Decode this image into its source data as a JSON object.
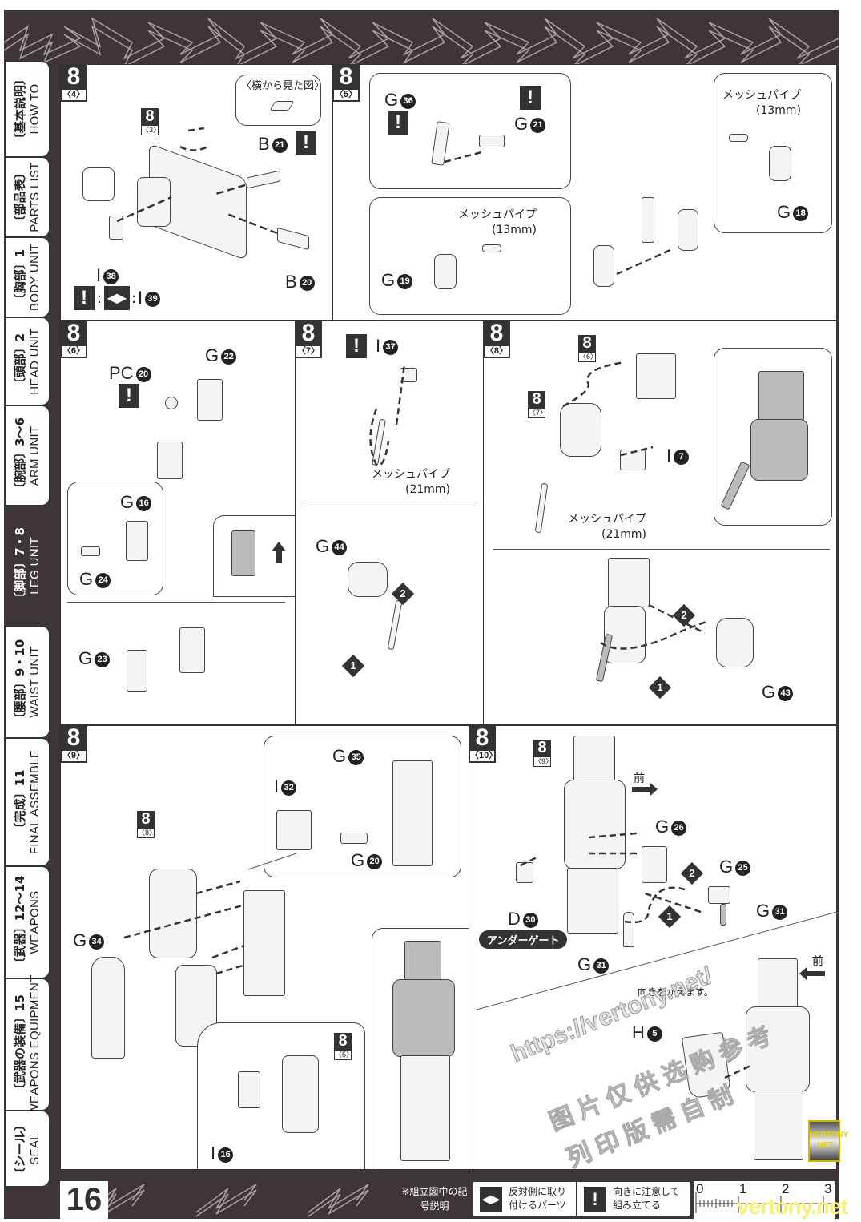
{
  "page_number": "16",
  "sidebar_tabs": [
    {
      "jp": "〔基本説明〕",
      "en": "HOW TO",
      "active": false
    },
    {
      "jp": "〔部品表〕",
      "en": "PARTS LIST",
      "active": false
    },
    {
      "jp": "〔胸部〕1",
      "en": "BODY UNIT",
      "active": false
    },
    {
      "jp": "〔頭部〕2",
      "en": "HEAD UNIT",
      "active": false
    },
    {
      "jp": "〔腕部〕3〜6",
      "en": "ARM UNIT",
      "active": false
    },
    {
      "jp": "〔脚部〕7・8",
      "en": "LEG UNIT",
      "active": true
    },
    {
      "jp": "〔腰部〕9・10",
      "en": "WAIST UNIT",
      "active": false
    },
    {
      "jp": "〔完成〕11",
      "en": "FINAL ASSEMBLE",
      "active": false
    },
    {
      "jp": "〔武器〕12〜14",
      "en": "WEAPONS",
      "active": false
    },
    {
      "jp": "〔武器の装備〕15",
      "en": "WEAPONS EQUIPMENT",
      "active": false
    },
    {
      "jp": "〔シール〕",
      "en": "SEAL",
      "active": false
    }
  ],
  "panels": {
    "p4": {
      "step": "8",
      "sub": "〈4〉",
      "ref_step": {
        "num": "8",
        "sub": "〈3〉"
      },
      "side_view_label": "〈横から見た図〉",
      "parts": [
        {
          "letter": "B",
          "num": "21"
        },
        {
          "letter": "B",
          "num": "20"
        },
        {
          "letter": "I",
          "num": "38"
        },
        {
          "letter": "I",
          "num": "39"
        }
      ],
      "mirror_note_sep": ":"
    },
    "p5": {
      "step": "8",
      "sub": "〈5〉",
      "parts": [
        {
          "letter": "G",
          "num": "36"
        },
        {
          "letter": "G",
          "num": "21"
        },
        {
          "letter": "G",
          "num": "18"
        },
        {
          "letter": "G",
          "num": "19"
        }
      ],
      "mesh_pipe_1": {
        "name": "メッシュパイプ",
        "length": "(13mm)"
      },
      "mesh_pipe_2": {
        "name": "メッシュパイプ",
        "length": "(13mm)"
      }
    },
    "p6": {
      "step": "8",
      "sub": "〈6〉",
      "parts": [
        {
          "letter": "PC",
          "num": "20"
        },
        {
          "letter": "G",
          "num": "22"
        },
        {
          "letter": "G",
          "num": "16"
        },
        {
          "letter": "G",
          "num": "24"
        },
        {
          "letter": "G",
          "num": "23"
        }
      ]
    },
    "p7": {
      "step": "8",
      "sub": "〈7〉",
      "parts": [
        {
          "letter": "I",
          "num": "37"
        },
        {
          "letter": "G",
          "num": "44"
        }
      ],
      "mesh_pipe": {
        "name": "メッシュパイプ",
        "length": "(21mm)"
      },
      "order": [
        "1",
        "2"
      ]
    },
    "p8": {
      "step": "8",
      "sub": "〈8〉",
      "ref_steps": [
        {
          "num": "8",
          "sub": "〈6〉"
        },
        {
          "num": "8",
          "sub": "〈7〉"
        }
      ],
      "parts": [
        {
          "letter": "I",
          "num": "7"
        },
        {
          "letter": "G",
          "num": "43"
        }
      ],
      "mesh_pipe": {
        "name": "メッシュパイプ",
        "length": "(21mm)"
      },
      "order": [
        "1",
        "2"
      ]
    },
    "p9": {
      "step": "8",
      "sub": "〈9〉",
      "ref_steps": [
        {
          "num": "8",
          "sub": "〈8〉"
        },
        {
          "num": "8",
          "sub": "〈5〉"
        }
      ],
      "parts": [
        {
          "letter": "G",
          "num": "35"
        },
        {
          "letter": "I",
          "num": "32"
        },
        {
          "letter": "G",
          "num": "20"
        },
        {
          "letter": "G",
          "num": "34"
        },
        {
          "letter": "I",
          "num": "16"
        }
      ]
    },
    "p10": {
      "step": "8",
      "sub": "〈10〉",
      "ref_step": {
        "num": "8",
        "sub": "〈9〉"
      },
      "front_label": "前",
      "parts": [
        {
          "letter": "G",
          "num": "26"
        },
        {
          "letter": "G",
          "num": "25"
        },
        {
          "letter": "G",
          "num": "31"
        },
        {
          "letter": "D",
          "num": "30"
        },
        {
          "letter": "G",
          "num": "31"
        },
        {
          "letter": "H",
          "num": "5"
        }
      ],
      "under_gate_badge": "アンダーゲート",
      "turn_note": "向きをかえます。",
      "order": [
        "1",
        "2"
      ]
    }
  },
  "footer": {
    "legend_title": "※組立図中の記号説明",
    "legend_items": [
      {
        "icon": "mirror-parts-icon",
        "text": "反対側に取り付けるパーツ"
      },
      {
        "icon": "caution-icon",
        "text": "向きに注意して組み立てる"
      }
    ],
    "ruler_labels": [
      "0",
      "1",
      "2",
      "3"
    ]
  },
  "watermarks": {
    "url": "https://vertony.net/",
    "cn_line1": "图片仅供选购参考",
    "cn_line2": "列印版需自制",
    "logo": "VERTONY .NET",
    "corner": "vertony.net"
  }
}
